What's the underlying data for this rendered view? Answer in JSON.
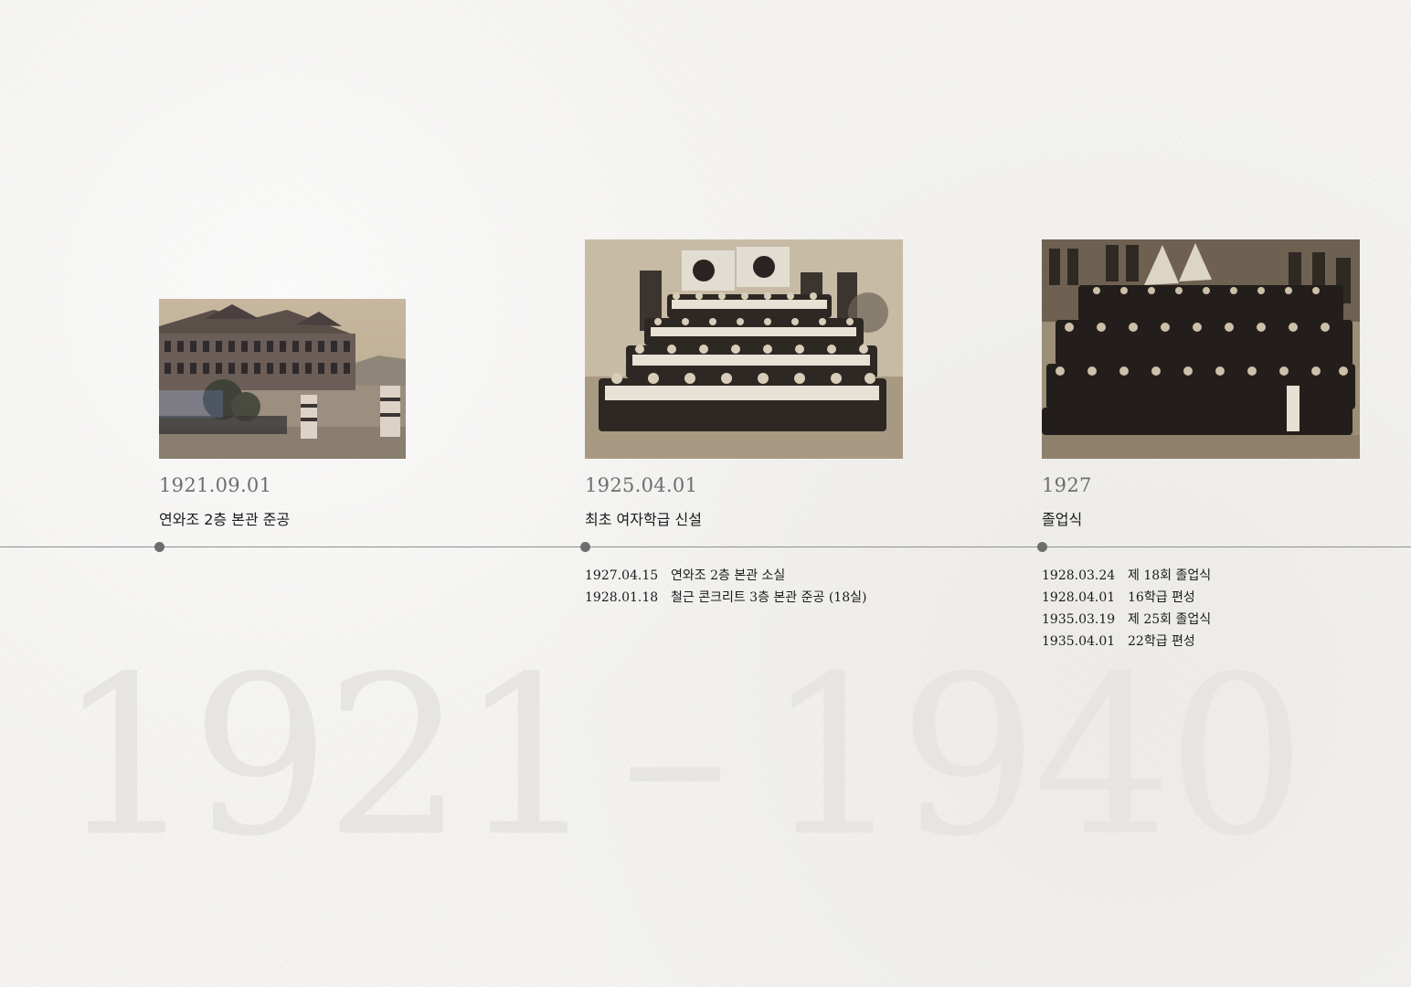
{
  "range": {
    "start": "1921",
    "dash": "–",
    "end": "1940"
  },
  "items": [
    {
      "date": "1921.09.01",
      "title": "연와조 2층 본관 준공",
      "photo_icon": "school-building-photo",
      "events": []
    },
    {
      "date": "1925.04.01",
      "title": "최초 여자학급 신설",
      "photo_icon": "class-group-photo",
      "events": [
        {
          "date": "1927.04.15",
          "text": "연와조 2층 본관 소실"
        },
        {
          "date": "1928.01.18",
          "text": "철근 콘크리트 3층 본관 준공 (18실)"
        }
      ]
    },
    {
      "date": "1927",
      "title": "졸업식",
      "photo_icon": "graduation-group-photo",
      "events": [
        {
          "date": "1928.03.24",
          "text": "제 18회 졸업식"
        },
        {
          "date": "1928.04.01",
          "text": "16학급 편성"
        },
        {
          "date": "1935.03.19",
          "text": "제 25회 졸업식"
        },
        {
          "date": "1935.04.01",
          "text": "22학급 편성"
        }
      ]
    }
  ]
}
